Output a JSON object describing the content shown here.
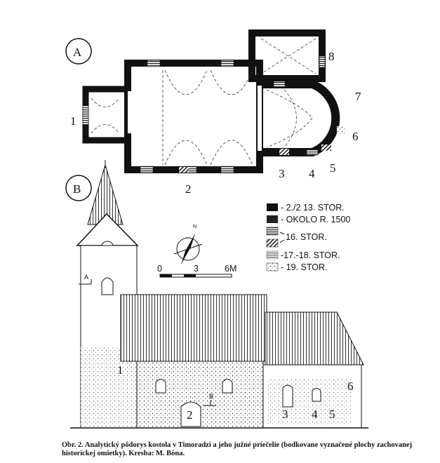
{
  "plan_label": "A",
  "elevation_label": "B",
  "plan_numbers": [
    "1",
    "2",
    "3",
    "4",
    "5",
    "6",
    "7",
    "8"
  ],
  "elevation_numbers": [
    "1",
    "2",
    "3",
    "4",
    "5",
    "6"
  ],
  "section_marks": [
    "A",
    "B"
  ],
  "compass_north": "N",
  "scale": {
    "ticks": [
      "0",
      "3",
      "6M"
    ]
  },
  "legend": [
    {
      "label": "- 2./2 13. STOR.",
      "pattern": "solid"
    },
    {
      "label": "- OKOLO R. 1500",
      "pattern": "dotted-dark"
    },
    {
      "label": "16. STOR.",
      "pattern": "horizontal-lines"
    },
    {
      "label": "",
      "pattern": "diagonal-lines"
    },
    {
      "label": "-17.-18. STOR.",
      "pattern": "fine-lines"
    },
    {
      "label": "- 19. STOR.",
      "pattern": "stipple"
    }
  ],
  "caption": "Obr. 2. Analytický pôdorys kostola v Timoradzi a jeho južné priečelie (bodkovane vyznačené plochy zachovanej historickej omietky). Kresba: M. Bóna."
}
